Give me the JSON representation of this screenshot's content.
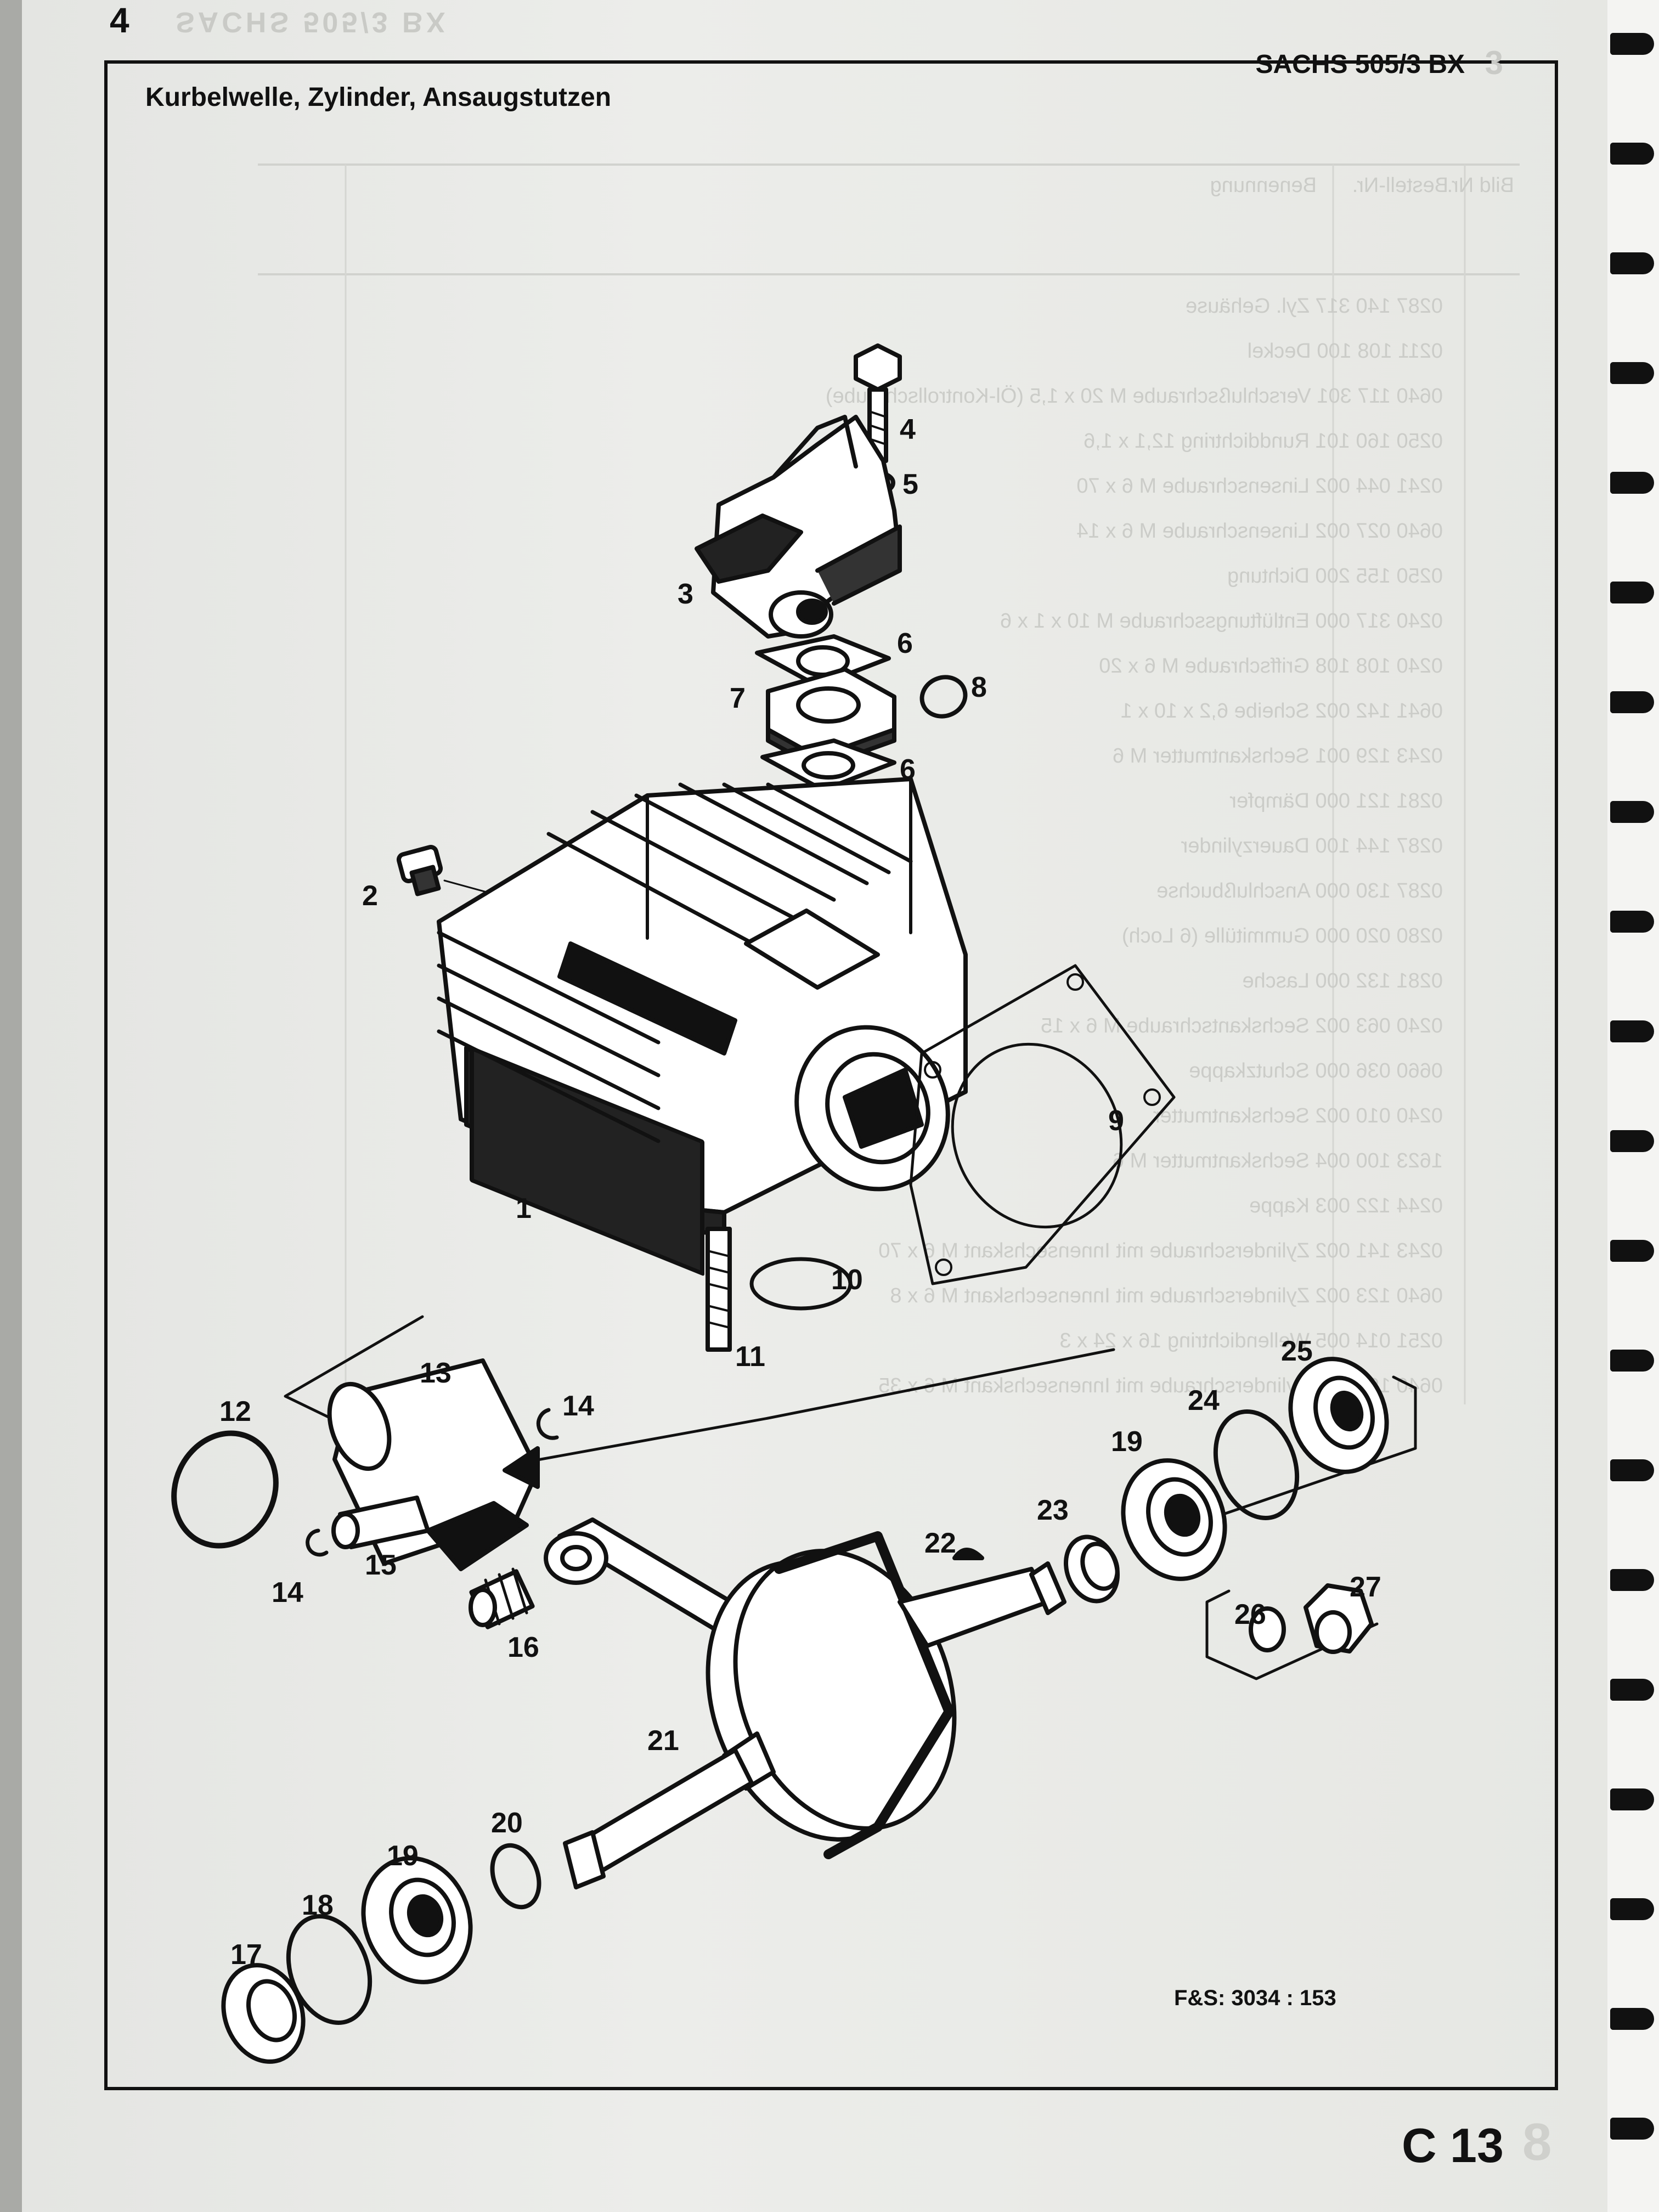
{
  "header": {
    "page_number": "4",
    "ghost_text": "SACHS 505/3 BX",
    "model": "SACHS 505/3 BX",
    "title": "Kurbelwelle, Zylinder, Ansaugstutzen"
  },
  "footer": {
    "fs_code": "F&S: 3034 : 153",
    "page_id": "C 13"
  },
  "bleed_through": {
    "header_cols": [
      "Bild Nr.",
      "Bestell-Nr.",
      "Benennung"
    ],
    "rows": [
      "0287 140 317  Zyl. Gehäuse",
      "0211 108 100  Deckel",
      "0640 117 301  Verschlußschraube M 20 x 1,5 (Öl-Kontrollschraube)",
      "0250 160 101  Runddichtring 12,1 x 1,6",
      "0241 044 002  Linsenschraube M 6 x 70",
      "0640 027 002  Linsenschraube M 6 x 14",
      "0250 155 200  Dichtung",
      "0240 317 000  Entlüftungsschraube M 10 x 1 x 6",
      "0240 108 108  Griffschraube M 6 x 20",
      "0641 142 002  Scheibe 6,2 x 10 x 1",
      "0243 129 001  Sechskantmutter M 6",
      "0281 121 000  Dämpfer",
      "0287 144 100  Dauerzylinder",
      "0287 130 000  Anschlußbuchse",
      "0280 020 000  Gummitülle (6 Loch)",
      "0281 132 000  Lasche",
      "0240 063 002  Sechskantschraube M 6 x 15",
      "0660 036 000  Schutzkappe",
      "0240 010 002  Sechskantmutter",
      "1623 100 004  Sechskantmutter M 6",
      "0244 122 003  Kappe",
      "0243 141 002  Zylinderschraube mit Innensechskant M 6 x 70",
      "0640 123 002  Zylinderschraube mit Innensechskant M 6 x 8",
      "0251 014 005  Wellendichtring 16 x 24 x 3",
      "0640 197 001  Zylinderschraube mit Innensechskant M 6 x 35"
    ]
  },
  "callouts": [
    "1",
    "2",
    "3",
    "4",
    "5",
    "6",
    "6",
    "7",
    "8",
    "9",
    "10",
    "11",
    "12",
    "13",
    "14",
    "14",
    "15",
    "16",
    "17",
    "18",
    "19",
    "19",
    "20",
    "21",
    "22",
    "23",
    "24",
    "25",
    "26",
    "27"
  ],
  "colors": {
    "ink": "#111111",
    "paper": "#e8e9e6",
    "ghost": "#c8c9c5"
  }
}
